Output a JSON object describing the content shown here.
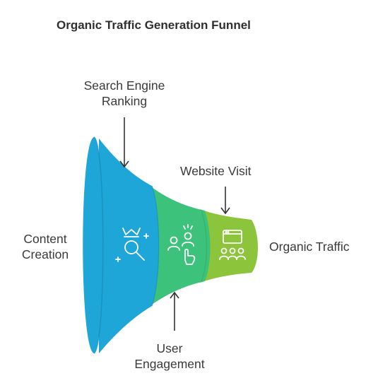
{
  "title": "Organic Traffic Generation Funnel",
  "labels": {
    "search_engine_ranking": [
      "Search Engine",
      "Ranking"
    ],
    "website_visit": "Website Visit",
    "content_creation": [
      "Content",
      "Creation"
    ],
    "organic_traffic": "Organic Traffic",
    "user_engagement": [
      "User",
      "Engagement"
    ]
  },
  "colors": {
    "stage1": "#1ea6d8",
    "stage1_dark": "#168db8",
    "stage2": "#3cc27a",
    "stage3": "#8cc43c",
    "icon": "#ffffff",
    "arrow": "#333333"
  },
  "icons": [
    "crown-search-icon",
    "user-engagement-icon",
    "website-audience-icon"
  ]
}
